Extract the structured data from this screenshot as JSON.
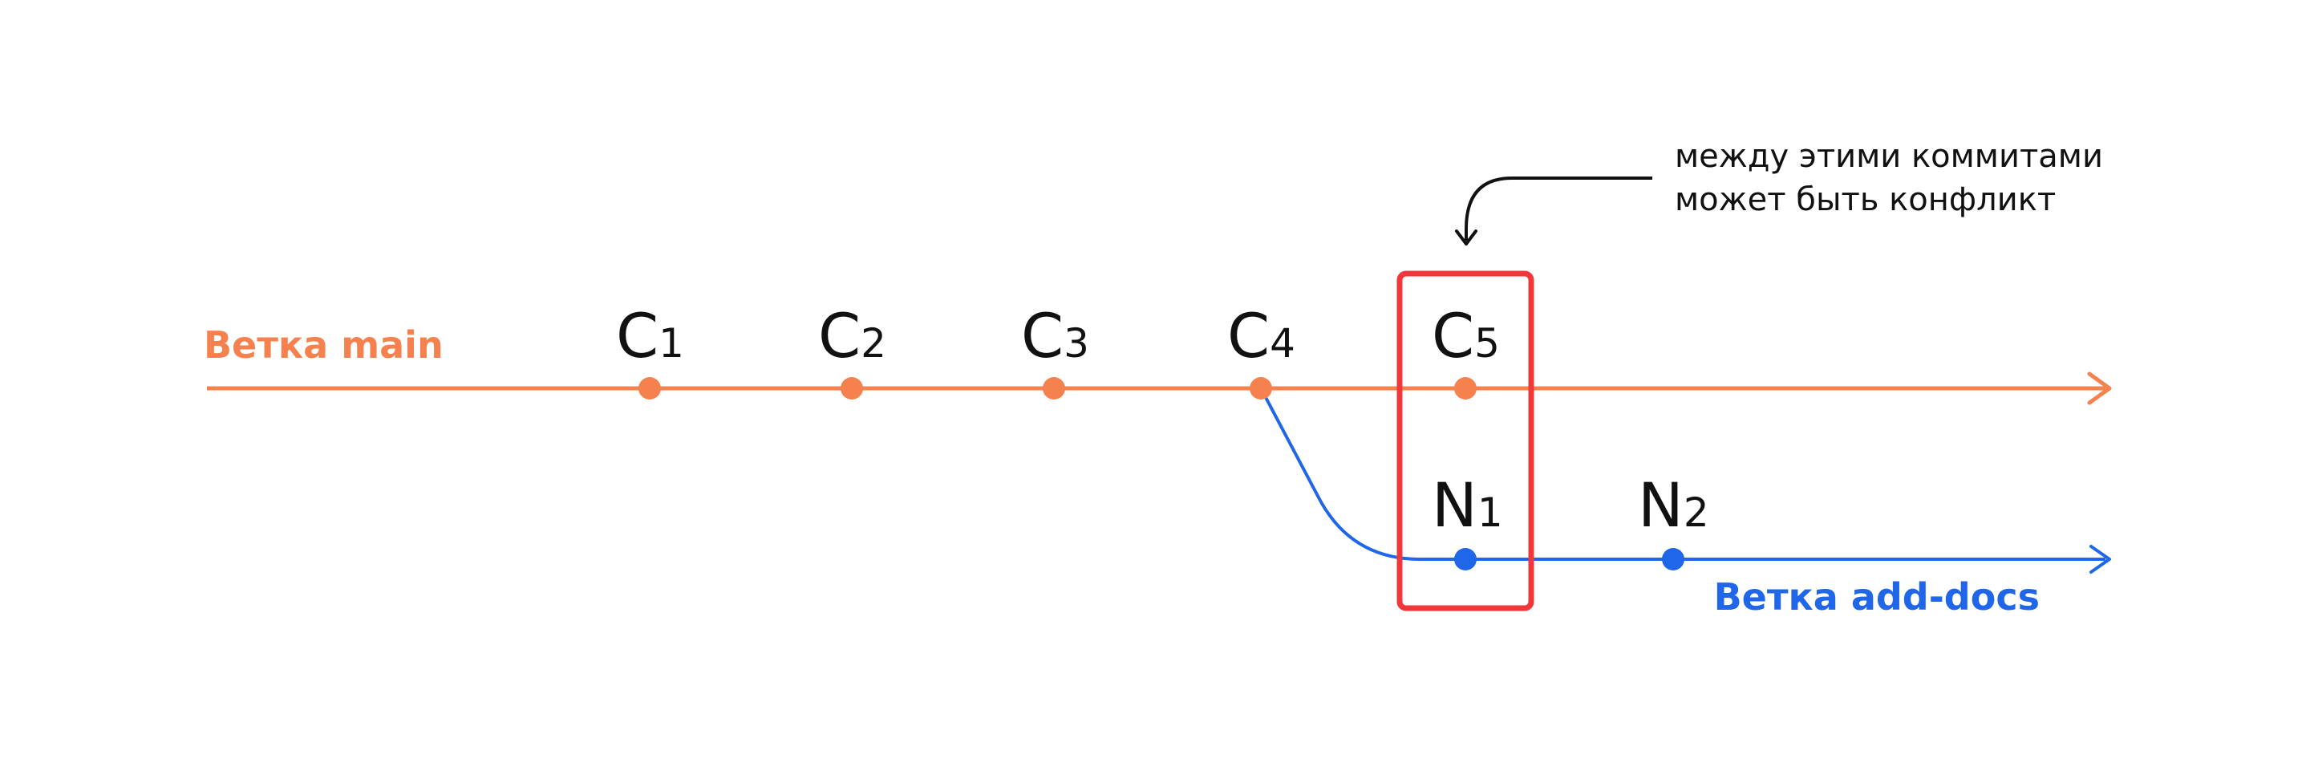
{
  "colors": {
    "main": "#f5824e",
    "add_docs": "#1f66e8",
    "conflict": "#f0383a",
    "text": "#111111"
  },
  "main_branch": {
    "label": "Ветка main",
    "commits": [
      {
        "letter": "C",
        "index": "1"
      },
      {
        "letter": "C",
        "index": "2"
      },
      {
        "letter": "C",
        "index": "3"
      },
      {
        "letter": "C",
        "index": "4"
      },
      {
        "letter": "C",
        "index": "5"
      }
    ]
  },
  "add_docs_branch": {
    "label": "Ветка add-docs",
    "commits": [
      {
        "letter": "N",
        "index": "1"
      },
      {
        "letter": "N",
        "index": "2"
      }
    ]
  },
  "annotation": {
    "line1": "между этими коммитами",
    "line2": "может быть конфликт"
  }
}
